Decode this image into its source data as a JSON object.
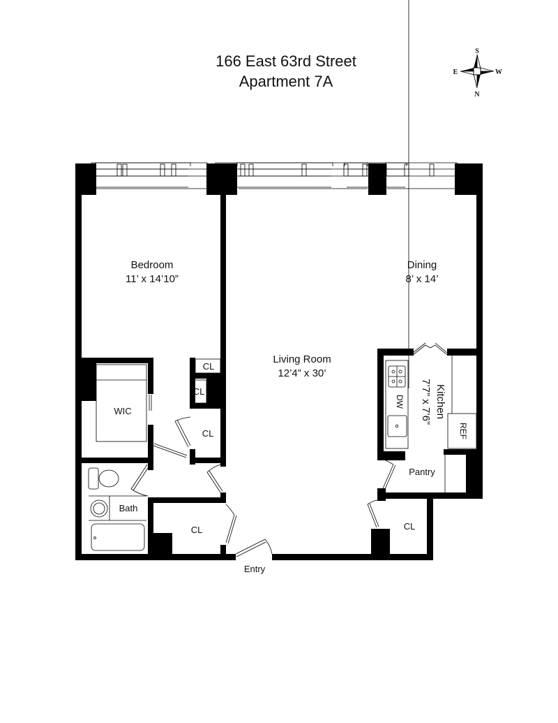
{
  "header": {
    "address": "166 East 63rd Street",
    "unit": "Apartment 7A"
  },
  "compass": {
    "top": "S",
    "left": "E",
    "right": "W",
    "bottom": "N"
  },
  "rooms": {
    "bedroom": {
      "name": "Bedroom",
      "size": "11’ x 14’10”"
    },
    "dining": {
      "name": "Dining",
      "size": "8’ x 14’"
    },
    "living": {
      "name": "Living Room",
      "size": "12’4” x 30’"
    },
    "kitchen": {
      "name": "Kitchen",
      "size": "7’7” x 7’6”"
    },
    "wic": {
      "name": "WIC"
    },
    "bath": {
      "name": "Bath"
    },
    "pantry": {
      "name": "Pantry"
    },
    "closet_1": {
      "name": "CL"
    },
    "closet_2": {
      "name": "CL"
    },
    "closet_3": {
      "name": "CL"
    },
    "closet_4": {
      "name": "CL"
    },
    "closet_5": {
      "name": "CL"
    },
    "entry": {
      "name": "Entry"
    }
  },
  "fixtures": {
    "dishwasher": "DW",
    "refrigerator": "REF"
  }
}
